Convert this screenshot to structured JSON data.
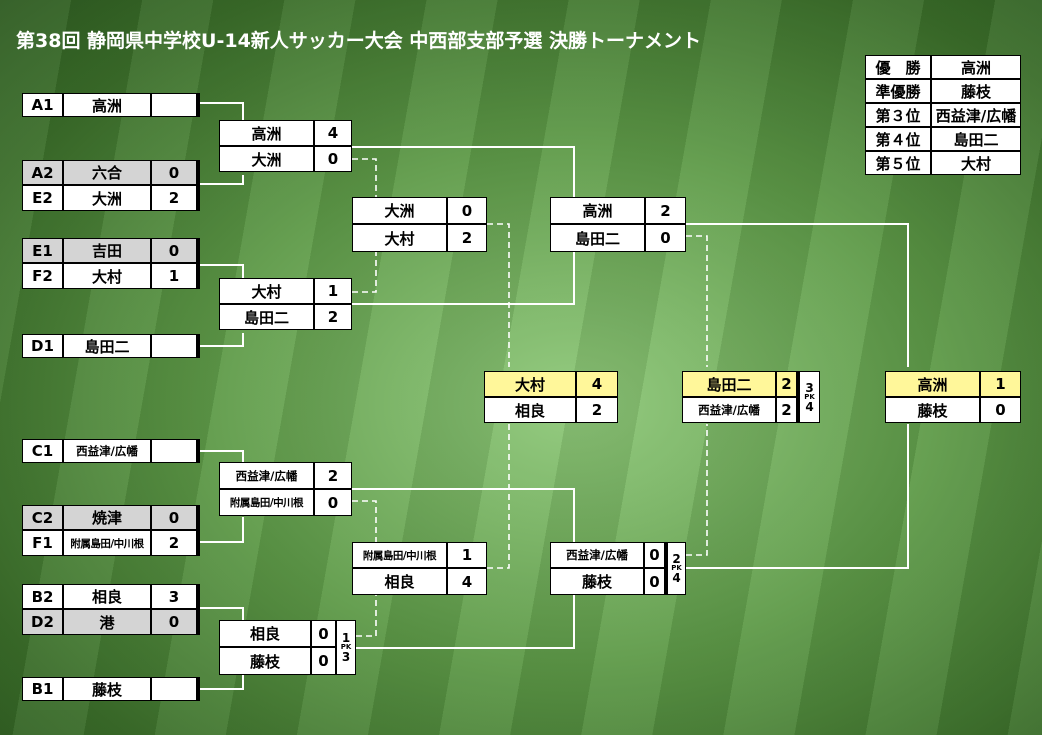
{
  "title": "第38回 静岡県中学校U-14新人サッカー大会 中西部支部予選 決勝トーナメント",
  "ranking": [
    {
      "label": "優　勝",
      "team": "高洲"
    },
    {
      "label": "準優勝",
      "team": "藤枝"
    },
    {
      "label": "第３位",
      "team": "西益津/広幡"
    },
    {
      "label": "第４位",
      "team": "島田二"
    },
    {
      "label": "第５位",
      "team": "大村"
    }
  ],
  "entries": [
    {
      "seed": "A1",
      "team": "高洲",
      "score": ""
    },
    {
      "seed": "A2",
      "team": "六合",
      "score": "0"
    },
    {
      "seed": "E2",
      "team": "大洲",
      "score": "2"
    },
    {
      "seed": "E1",
      "team": "吉田",
      "score": "0"
    },
    {
      "seed": "F2",
      "team": "大村",
      "score": "1"
    },
    {
      "seed": "D1",
      "team": "島田二",
      "score": ""
    },
    {
      "seed": "C1",
      "team": "西益津/広幡",
      "score": ""
    },
    {
      "seed": "C2",
      "team": "焼津",
      "score": "0"
    },
    {
      "seed": "F1",
      "team": "附属島田/中川根",
      "score": "2"
    },
    {
      "seed": "B2",
      "team": "相良",
      "score": "3"
    },
    {
      "seed": "D2",
      "team": "港",
      "score": "0"
    },
    {
      "seed": "B1",
      "team": "藤枝",
      "score": ""
    }
  ],
  "matches": {
    "r2_1": [
      {
        "team": "高洲",
        "score": "4"
      },
      {
        "team": "大洲",
        "score": "0"
      }
    ],
    "r2_2": [
      {
        "team": "大村",
        "score": "1"
      },
      {
        "team": "島田二",
        "score": "2"
      }
    ],
    "r2_3": [
      {
        "team": "西益津/広幡",
        "score": "2"
      },
      {
        "team": "附属島田/中川根",
        "score": "0"
      }
    ],
    "r2_4": [
      {
        "team": "相良",
        "score": "0",
        "pk": "1"
      },
      {
        "team": "藤枝",
        "score": "0",
        "pk": "3"
      }
    ],
    "cons_1": [
      {
        "team": "大洲",
        "score": "0"
      },
      {
        "team": "大村",
        "score": "2"
      }
    ],
    "cons_2": [
      {
        "team": "附属島田/中川根",
        "score": "1"
      },
      {
        "team": "相良",
        "score": "4"
      }
    ],
    "semi_1": [
      {
        "team": "高洲",
        "score": "2"
      },
      {
        "team": "島田二",
        "score": "0"
      }
    ],
    "semi_2": [
      {
        "team": "西益津/広幡",
        "score": "0",
        "pk": "2"
      },
      {
        "team": "藤枝",
        "score": "0",
        "pk": "4"
      }
    ],
    "fifth": [
      {
        "team": "大村",
        "score": "4"
      },
      {
        "team": "相良",
        "score": "2"
      }
    ],
    "third": [
      {
        "team": "島田二",
        "score": "2",
        "pk": "3"
      },
      {
        "team": "西益津/広幡",
        "score": "2",
        "pk": "4"
      }
    ],
    "final": [
      {
        "team": "高洲",
        "score": "1"
      },
      {
        "team": "藤枝",
        "score": "0"
      }
    ]
  },
  "pk_label": "PK"
}
